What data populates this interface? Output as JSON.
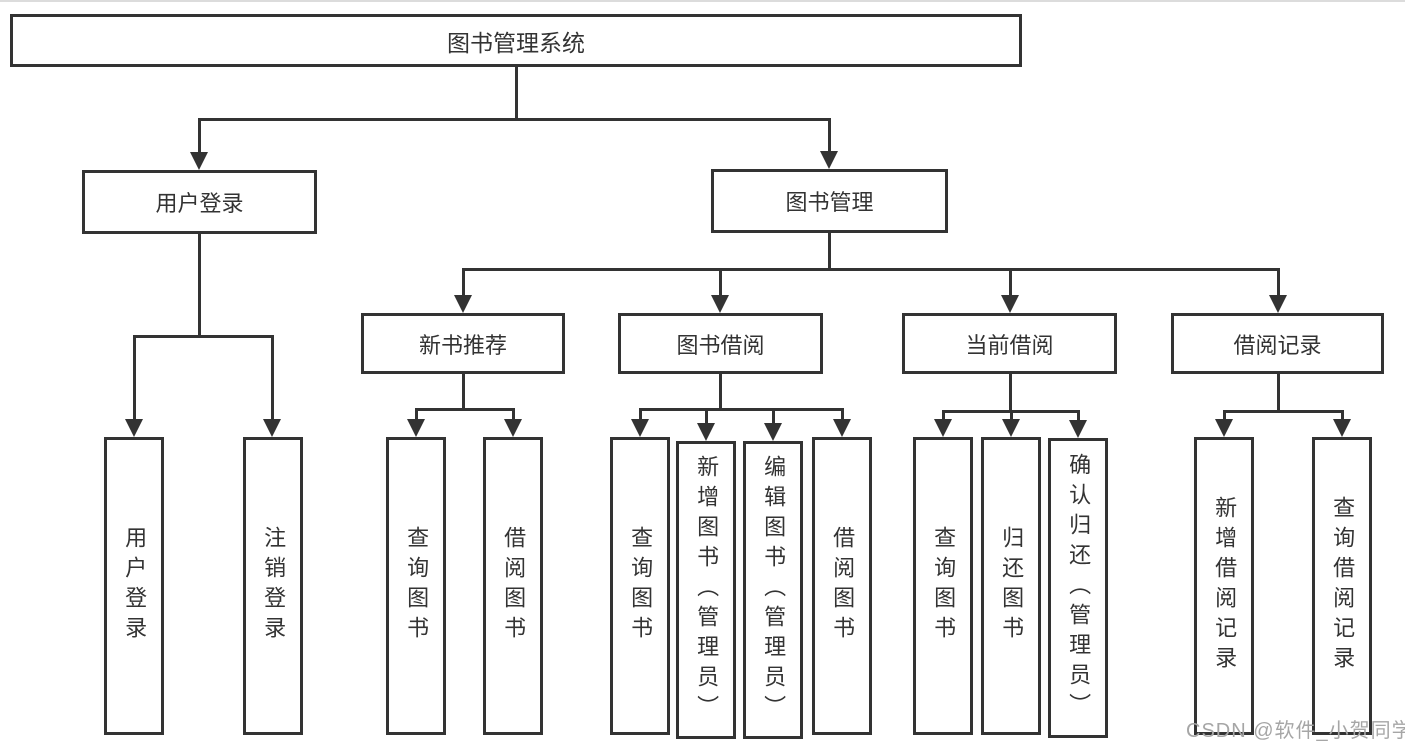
{
  "tree": {
    "root": "图书管理系统",
    "level2": [
      "用户登录",
      "图书管理"
    ],
    "level3": [
      "新书推荐",
      "图书借阅",
      "当前借阅",
      "借阅记录"
    ],
    "leaves": [
      "用户登录",
      "注销登录",
      "查询图书",
      "借阅图书",
      "查询图书",
      "新增图书（管理员）",
      "编辑图书（管理员）",
      "借阅图书",
      "查询图书",
      "归还图书",
      "确认归还（管理员）",
      "新增借阅记录",
      "查询借阅记录"
    ]
  },
  "watermark": "CSDN @软件_小贺同学",
  "colors": {
    "line": "#333333",
    "text": "#333333",
    "background": "#ffffff",
    "watermark": "#a6a6a6"
  }
}
